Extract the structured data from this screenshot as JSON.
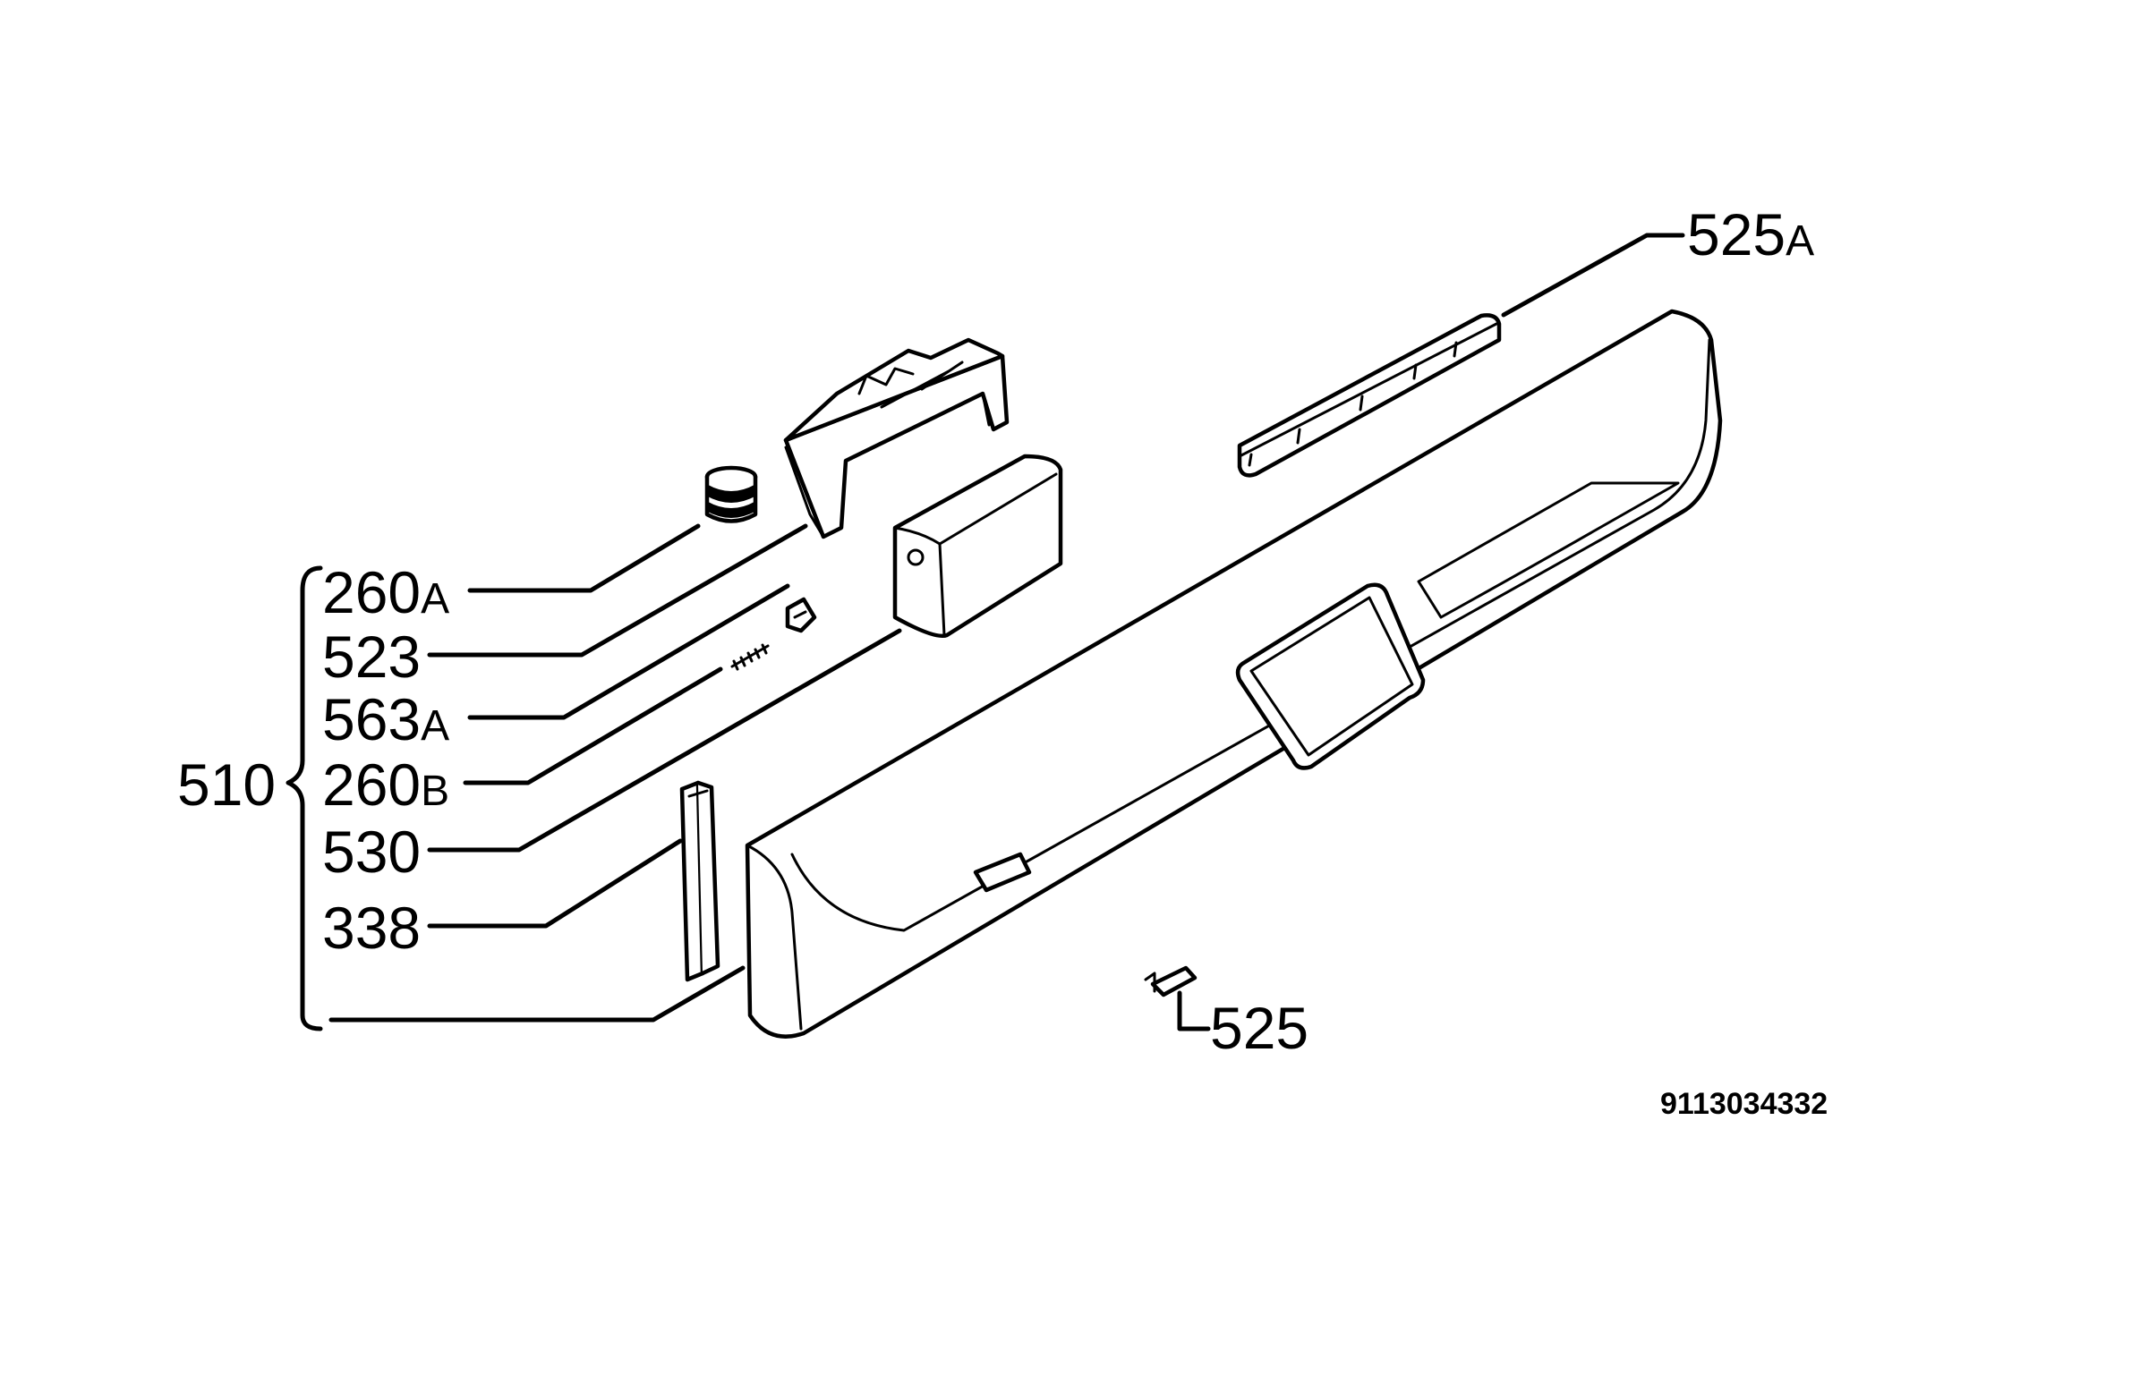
{
  "diagram": {
    "labels": [
      {
        "id": "525a",
        "number": "525",
        "suffix": "A"
      },
      {
        "id": "260a",
        "number": "260",
        "suffix": "A"
      },
      {
        "id": "523",
        "number": "523",
        "suffix": ""
      },
      {
        "id": "563a",
        "number": "563",
        "suffix": "A"
      },
      {
        "id": "260b",
        "number": "260",
        "suffix": "B"
      },
      {
        "id": "530",
        "number": "530",
        "suffix": ""
      },
      {
        "id": "338",
        "number": "338",
        "suffix": ""
      },
      {
        "id": "525",
        "number": "525",
        "suffix": ""
      }
    ],
    "group_label": "510",
    "drawing_code": "9113034332"
  }
}
